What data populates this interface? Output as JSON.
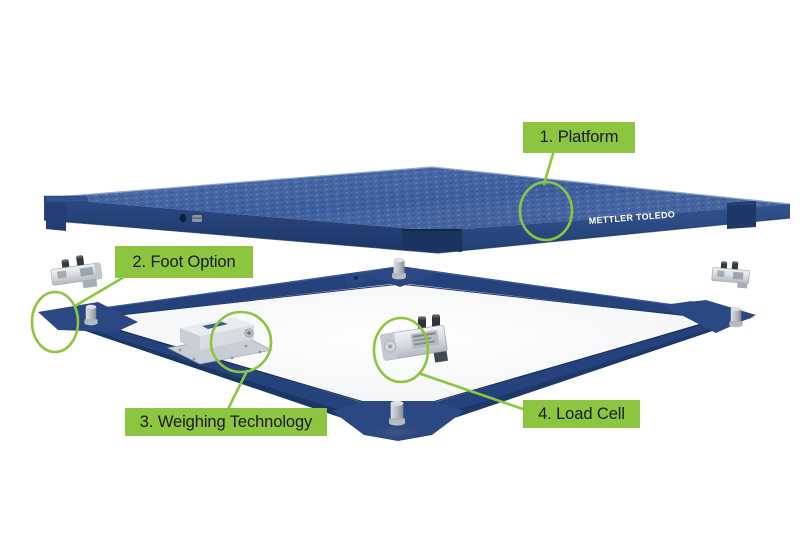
{
  "brand": "METTLER TOLEDO",
  "callouts": [
    {
      "text": "1. Platform"
    },
    {
      "text": "2. Foot Option"
    },
    {
      "text": "3. Weighing Technology"
    },
    {
      "text": "4. Load Cell"
    }
  ],
  "colors": {
    "accent_green": "#8CC540",
    "platform_blue": "#3E5F9F",
    "platform_edge_navy": "#22407A",
    "frame_navy": "#26427D",
    "part_silver": "#D8DCE1",
    "brand_text": "#FFFFFF",
    "label_text": "#1A1A1A",
    "background": "#FFFFFF"
  }
}
